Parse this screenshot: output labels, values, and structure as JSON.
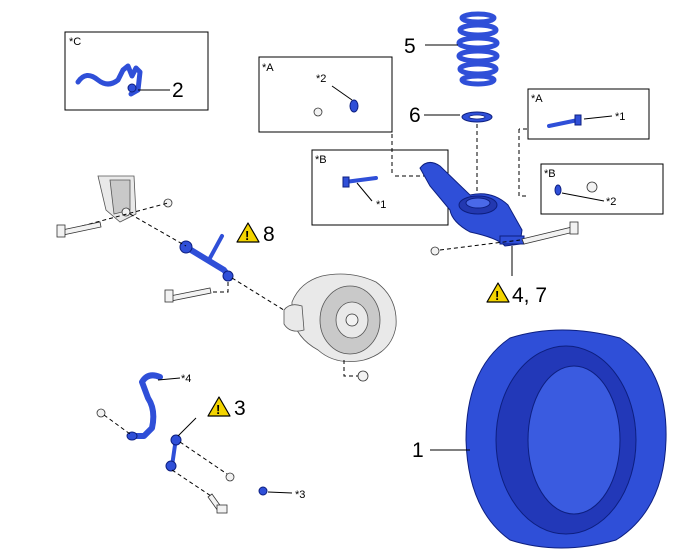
{
  "callouts": {
    "c1": "1",
    "c2": "2",
    "c3": "3",
    "c5": "5",
    "c6": "6",
    "c8": "8",
    "c47": "4, 7"
  },
  "views": {
    "C": "*C",
    "A_left": "*A",
    "A_right": "*A",
    "B_left": "*B",
    "B_right": "*B"
  },
  "notes": {
    "n1_a": "*1",
    "n1_b": "*1",
    "n2_a": "*2",
    "n2_b": "*2",
    "n3": "*3",
    "n4": "*4"
  },
  "icons": {
    "warning": "warning-triangle-icon"
  },
  "colors": {
    "part_highlight": "#2f4fd8",
    "warning": "#f3d400"
  }
}
